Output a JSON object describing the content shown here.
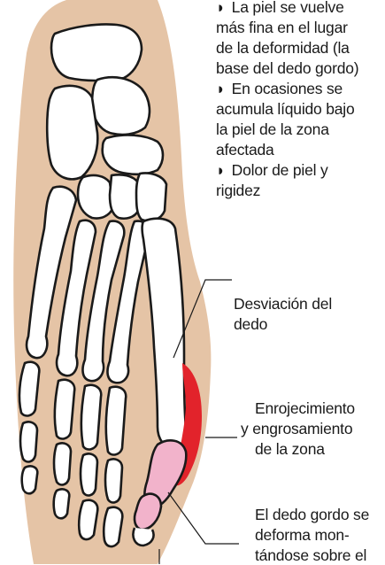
{
  "symptoms": [
    {
      "bullet": "◗",
      "lines": [
        "La piel se vuelve",
        "más fina en el lugar",
        "de la deformidad (la",
        "base del dedo gordo)"
      ]
    },
    {
      "bullet": "◗",
      "lines": [
        "En ocasiones se",
        "acumula líquido bajo",
        "la piel de la zona",
        "afectada"
      ]
    },
    {
      "bullet": "◗",
      "lines": [
        "Dolor de piel y",
        "rigidez"
      ]
    }
  ],
  "callouts": {
    "deviation": [
      "Desviación del",
      "dedo"
    ],
    "redness": [
      "Enrojecimiento",
      "y engrosamiento",
      "de la zona"
    ],
    "big_toe": [
      "El dedo gordo se",
      "deforma mon-",
      "tándose sobre el"
    ]
  },
  "colors": {
    "skin": "#e5c4a6",
    "bone_fill": "#ffffff",
    "bone_outline": "#1a1a1a",
    "inflammation": "#e2232b",
    "big_toe_highlight": "#f2b3cb"
  }
}
